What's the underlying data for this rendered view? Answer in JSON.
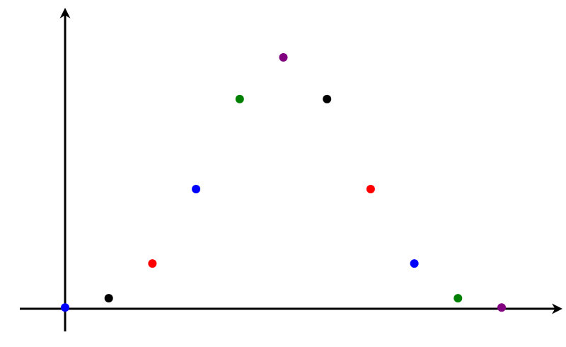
{
  "chart_data": {
    "type": "scatter",
    "title": "",
    "xlabel": "",
    "ylabel": "",
    "grid": false,
    "xlim": [
      -1,
      11.2
    ],
    "ylim": [
      -0.09,
      1.19
    ],
    "points": [
      {
        "x": 0,
        "y": 0.005,
        "color": "#0000ff"
      },
      {
        "x": 1,
        "y": 0.042,
        "color": "#000000"
      },
      {
        "x": 2,
        "y": 0.18,
        "color": "#ff0000"
      },
      {
        "x": 3,
        "y": 0.476,
        "color": "#0000ff"
      },
      {
        "x": 4,
        "y": 0.834,
        "color": "#008000"
      },
      {
        "x": 5,
        "y": 1.0,
        "color": "#800080"
      },
      {
        "x": 6,
        "y": 0.834,
        "color": "#000000"
      },
      {
        "x": 7,
        "y": 0.476,
        "color": "#ff0000"
      },
      {
        "x": 8,
        "y": 0.18,
        "color": "#0000ff"
      },
      {
        "x": 9,
        "y": 0.042,
        "color": "#008000"
      },
      {
        "x": 10,
        "y": 0.005,
        "color": "#800080"
      }
    ],
    "axes": {
      "color": "#000000",
      "arrows": true
    }
  }
}
